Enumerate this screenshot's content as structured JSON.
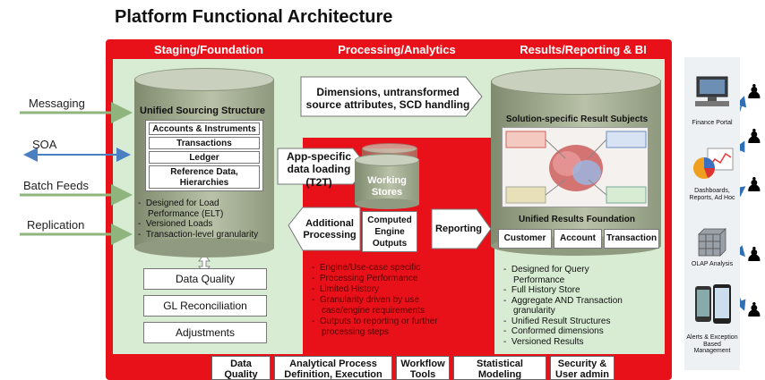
{
  "title": "Platform Functional Architecture",
  "columns": {
    "staging": "Staging/Foundation",
    "processing": "Processing/Analytics",
    "results": "Results/Reporting & BI"
  },
  "inputs": [
    "Messaging",
    "SOA",
    "Batch Feeds",
    "Replication"
  ],
  "unified_sourcing": {
    "title": "Unified Sourcing Structure",
    "items": [
      "Accounts & Instruments",
      "Transactions",
      "Ledger",
      "Reference Data, Hierarchies"
    ],
    "bullets": [
      "Designed for Load",
      "Performance (ELT)",
      "Versioned Loads",
      "Transaction-level granularity"
    ]
  },
  "staging_boxes": [
    "Data Quality",
    "GL Reconciliation",
    "Adjustments"
  ],
  "dimensions_arrow": [
    "Dimensions, untransformed",
    "source attributes, SCD handling"
  ],
  "app_specific": [
    "App-specific",
    "data loading",
    "(T2T)"
  ],
  "working_stores": [
    "Working",
    "Stores"
  ],
  "additional_processing": [
    "Additional",
    "Processing"
  ],
  "computed_outputs": [
    "Computed",
    "Engine",
    "Outputs"
  ],
  "reporting": "Reporting",
  "processing_bullets": [
    "Engine/Use-case specific",
    "Processing Performance",
    "Limited History",
    "Granularity driven by use",
    "case/engine requirements",
    "Outputs to reporting or further",
    "processing steps"
  ],
  "results_panel": {
    "title": "Solution-specific Result Subjects",
    "foundation": "Unified Results Foundation",
    "tabs": [
      "Customer",
      "Account",
      "Transaction"
    ],
    "bullets": [
      "Designed for Query",
      "Performance",
      "Full History Store",
      "Aggregate AND Transaction",
      "granularity",
      "Unified Result Structures",
      "Conformed dimensions",
      "Versioned Results"
    ]
  },
  "bottom_boxes": [
    [
      "Data",
      "Quality"
    ],
    [
      "Analytical Process",
      "Definition, Execution"
    ],
    [
      "Workflow",
      "Tools"
    ],
    [
      "Statistical",
      "Modeling"
    ],
    [
      "Security &",
      "User admin"
    ]
  ],
  "consumers": [
    {
      "label": "Finance Portal",
      "icon": "computer-icon"
    },
    {
      "label": "Dashboards, Reports, Ad Hoc",
      "icon": "dashboard-icon"
    },
    {
      "label": "OLAP Analysis",
      "icon": "olap-cube-icon"
    },
    {
      "label": "Alerts & Exception Based Management",
      "icon": "mobile-icon"
    }
  ],
  "colors": {
    "frame_red": "#e8111a",
    "zone_green": "#d7ecd2",
    "input_arrow_green": "#8fb47d",
    "soa_arrow_blue": "#4a7fc1",
    "output_arrow_blue": "#2f6fb5"
  }
}
